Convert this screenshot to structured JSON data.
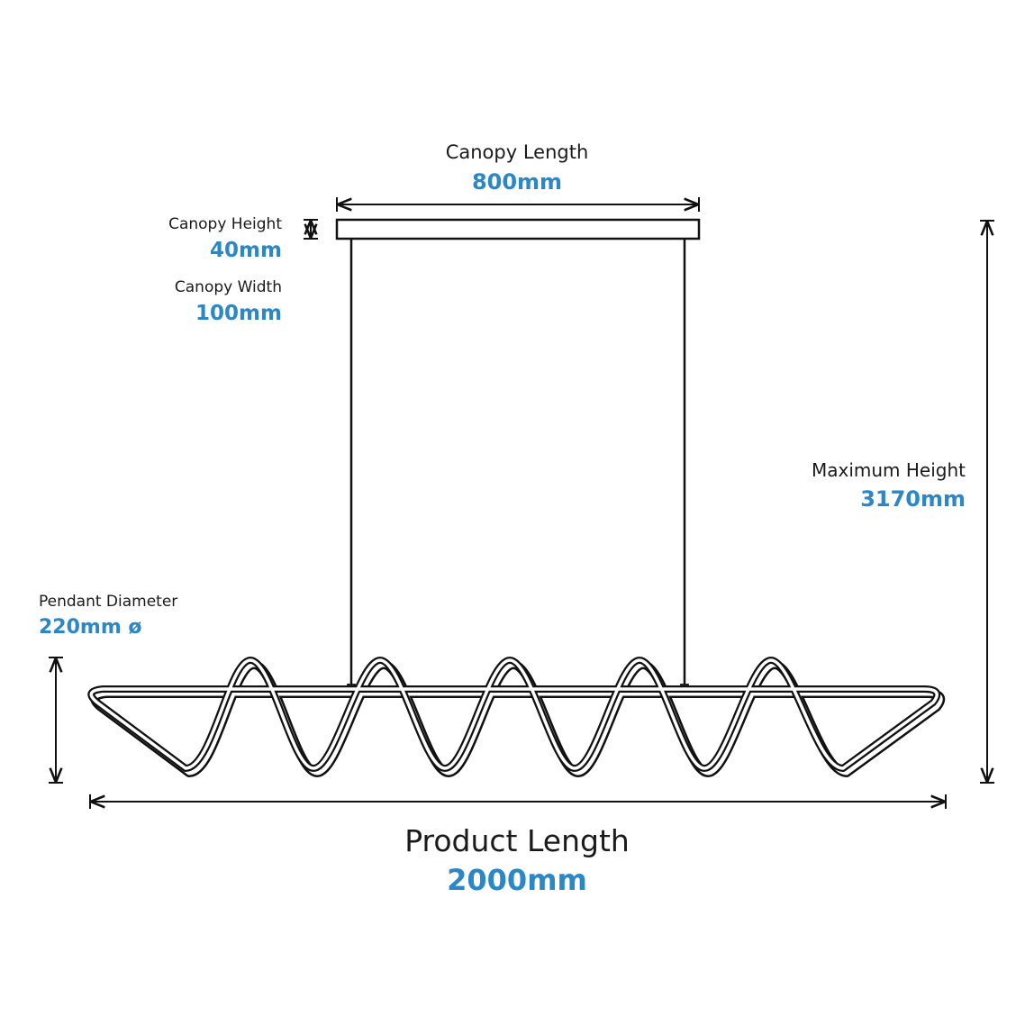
{
  "colors": {
    "accent": "#2b87c5",
    "line": "#111111"
  },
  "labels": {
    "canopy_length": {
      "label": "Canopy Length",
      "value": "800mm"
    },
    "canopy_height": {
      "label": "Canopy Height",
      "value": "40mm"
    },
    "canopy_width": {
      "label": "Canopy Width",
      "value": "100mm"
    },
    "maximum_height": {
      "label": "Maximum Height",
      "value": "3170mm"
    },
    "pendant_diameter": {
      "label": "Pendant Diameter",
      "value": "220mm ø"
    },
    "product_length": {
      "label": "Product Length",
      "value": "2000mm"
    }
  }
}
